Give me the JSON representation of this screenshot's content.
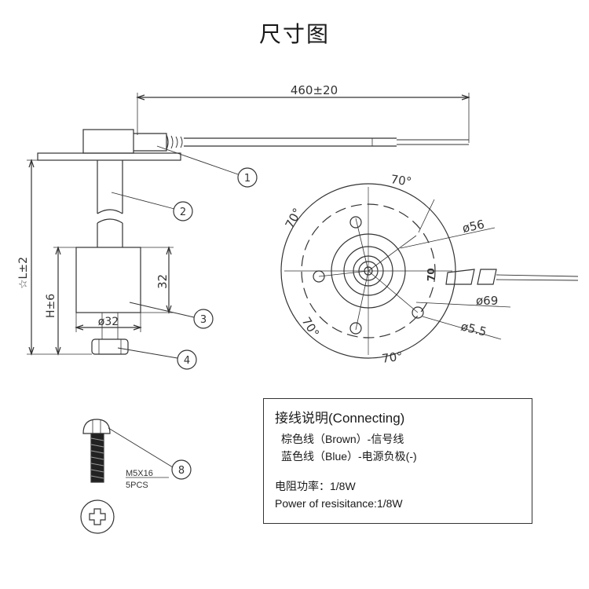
{
  "title": "尺寸图",
  "dimensions": {
    "cable_length": "460±20",
    "total_length": "☆L±2",
    "float_height": "H±6",
    "float_height_value": "32",
    "float_diameter": "ø32",
    "angle_top": "70°",
    "angle_left": "70°",
    "angle_right": "70",
    "angle_bottom_left": "70°",
    "angle_bottom": "70°",
    "diameter_56": "ø56",
    "diameter_69": "ø69",
    "hole_diameter": "ø5.5"
  },
  "callouts": [
    "1",
    "2",
    "3",
    "4",
    "8"
  ],
  "screw": {
    "spec": "M5X16",
    "qty": "5PCS"
  },
  "info": {
    "heading": "接线说明(Connecting)",
    "brown": "棕色线（Brown）-信号线",
    "blue": "蓝色线（Blue）-电源负极(-)",
    "power_cn": "电阻功率：1/8W",
    "power_en": "Power of resisitance:1/8W"
  }
}
